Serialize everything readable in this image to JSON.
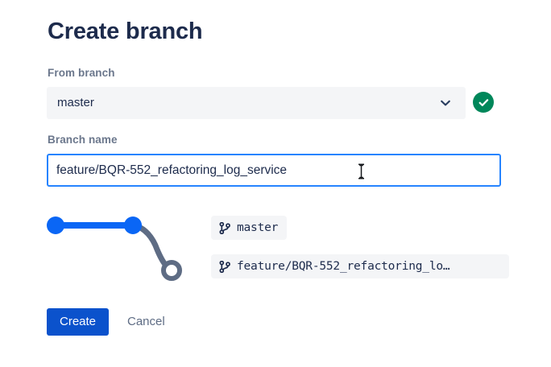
{
  "dialog": {
    "title": "Create branch"
  },
  "from_branch": {
    "label": "From branch",
    "value": "master",
    "chevron_icon": "chevron-down-icon",
    "status_icon": "check-circle-icon",
    "status_color": "#00875A"
  },
  "branch_name": {
    "label": "Branch name",
    "value": "feature/BQR-552_refactoring_log_service",
    "placeholder": "",
    "focus_color": "#2684FF"
  },
  "graph": {
    "commit_color": "#0a66f5",
    "branch_color": "#5e6c84",
    "nodes": [
      {
        "name": "commit-node-1",
        "type": "filled"
      },
      {
        "name": "commit-node-2",
        "type": "filled"
      },
      {
        "name": "new-branch-node",
        "type": "hollow"
      }
    ]
  },
  "branch_chips": [
    {
      "icon": "git-branch-icon",
      "label": "master"
    },
    {
      "icon": "git-branch-icon",
      "label": "feature/BQR-552_refactoring_lo…"
    }
  ],
  "actions": {
    "create_label": "Create",
    "cancel_label": "Cancel",
    "primary_color": "#0B52CC"
  }
}
